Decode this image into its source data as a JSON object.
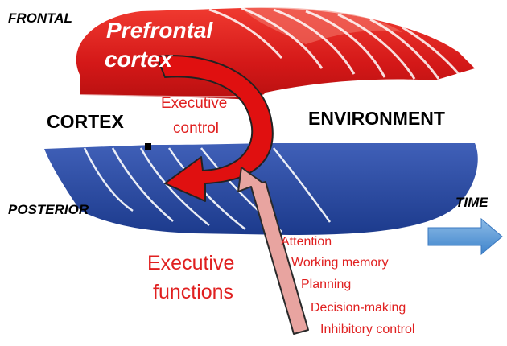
{
  "labels": {
    "frontal": "FRONTAL",
    "posterior": "POSTERIOR",
    "prefrontal_line1": "Prefrontal",
    "prefrontal_line2": "cortex",
    "executive_control_line1": "Executive",
    "executive_control_line2": "control",
    "cortex": "CORTEX",
    "environment": "ENVIRONMENT",
    "time": "TIME",
    "executive_functions_line1": "Executive",
    "executive_functions_line2": "functions"
  },
  "functions_list": [
    "Attention",
    "Working memory",
    "Planning",
    "Decision-making",
    "Inhibitory control"
  ],
  "colors": {
    "frontal_red": "#d9191c",
    "posterior_blue": "#2a4aa0",
    "control_arrow": "#e01010",
    "input_arrow": "#e8a4a0",
    "time_arrow": "#5b9bd5",
    "red_text": "#e02020",
    "black_text": "#000000"
  }
}
